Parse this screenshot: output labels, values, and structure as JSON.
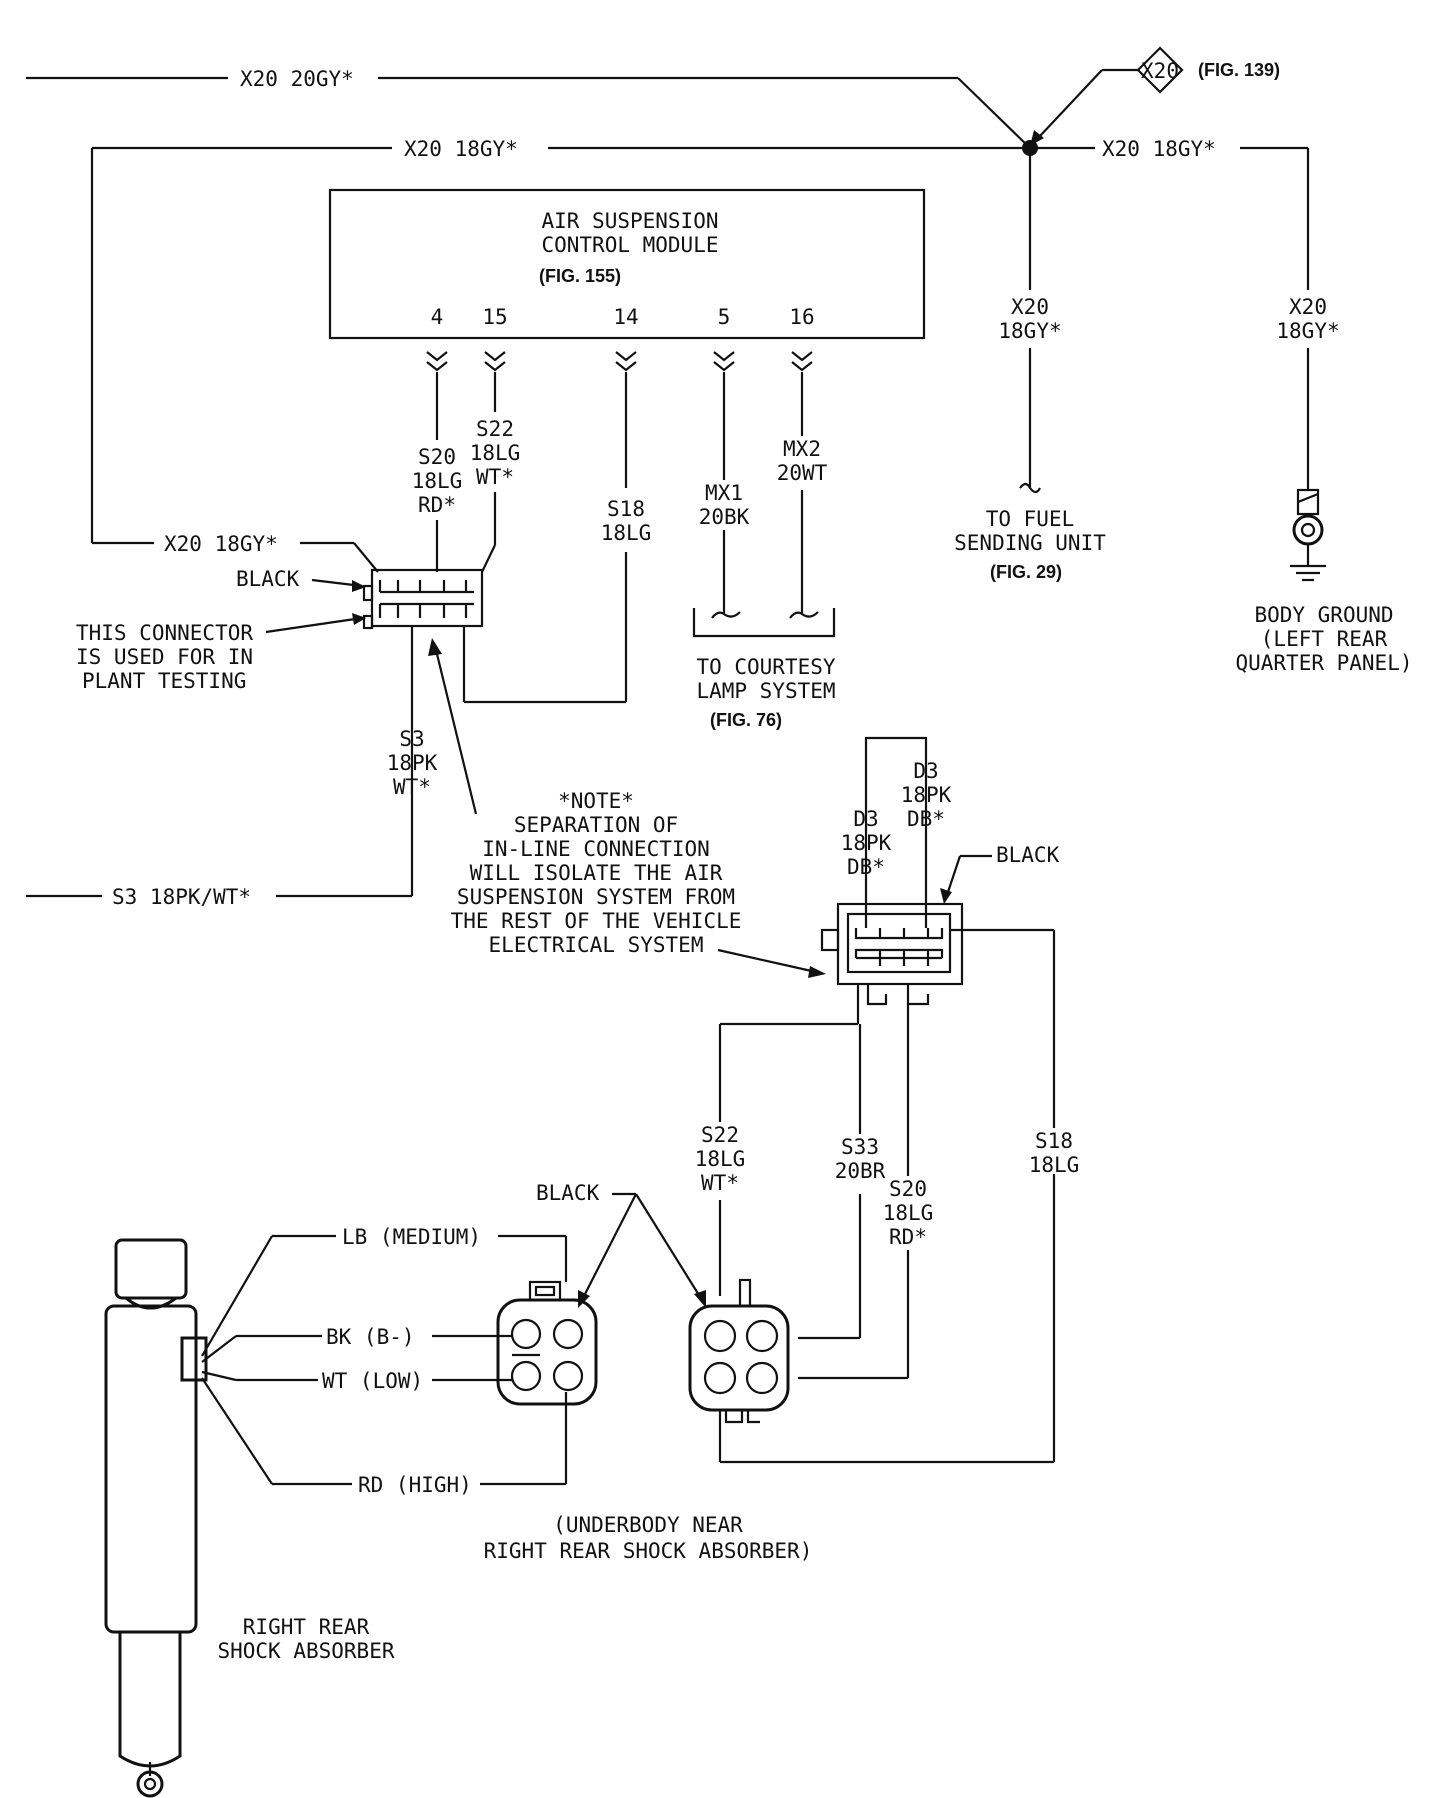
{
  "wires": {
    "x20_20gy": "X20 20GY*",
    "x20_18gy_top": "X20 18GY*",
    "x20_18gy_right": "X20 18GY*",
    "x20_18gy_left": "X20 18GY*",
    "s3_horizontal": "S3 18PK/WT*"
  },
  "splice": {
    "id": "X20",
    "ref": "(FIG. 139)"
  },
  "module": {
    "title_line1": "AIR SUSPENSION",
    "title_line2": "CONTROL MODULE",
    "ref": "(FIG. 155)",
    "pins": [
      "4",
      "15",
      "14",
      "5",
      "16"
    ]
  },
  "module_wires": {
    "s20": [
      "S20",
      "18LG",
      "RD*"
    ],
    "s22": [
      "S22",
      "18LG",
      "WT*"
    ],
    "s18": [
      "S18",
      "18LG"
    ],
    "mx1": [
      "MX1",
      "20BK"
    ],
    "mx2": [
      "MX2",
      "20WT"
    ]
  },
  "fuel": {
    "wire": [
      "X20",
      "18GY*"
    ],
    "dest_line1": "TO FUEL",
    "dest_line2": "SENDING UNIT",
    "ref": "(FIG. 29)"
  },
  "ground": {
    "wire": [
      "X20",
      "18GY*"
    ],
    "line1": "BODY GROUND",
    "line2": "(LEFT REAR",
    "line3": "QUARTER PANEL)"
  },
  "courtesy": {
    "line1": "TO COURTESY",
    "line2": "LAMP SYSTEM",
    "ref": "(FIG. 76)"
  },
  "test_connector": {
    "color": "BLACK",
    "note_line1": "THIS CONNECTOR",
    "note_line2": "IS USED FOR IN",
    "note_line3": "PLANT TESTING",
    "s3_wire": [
      "S3",
      "18PK",
      "WT*"
    ]
  },
  "note": {
    "header": "*NOTE*",
    "line1": "SEPARATION OF",
    "line2": "IN-LINE CONNECTION",
    "line3": "WILL ISOLATE THE AIR",
    "line4": "SUSPENSION SYSTEM FROM",
    "line5": "THE REST OF THE VEHICLE",
    "line6": "ELECTRICAL SYSTEM"
  },
  "inline_connector": {
    "color": "BLACK",
    "d3_left": [
      "D3",
      "18PK",
      "DB*"
    ],
    "d3_right": [
      "D3",
      "18PK",
      "DB*"
    ]
  },
  "lower_wires": {
    "s22": [
      "S22",
      "18LG",
      "WT*"
    ],
    "s33": [
      "S33",
      "20BR"
    ],
    "s20": [
      "S20",
      "18LG",
      "RD*"
    ],
    "s18": [
      "S18",
      "18LG"
    ]
  },
  "shock_connectors": {
    "color": "BLACK",
    "location_line1": "(UNDERBODY NEAR",
    "location_line2": "RIGHT REAR SHOCK ABSORBER)"
  },
  "shock_leads": {
    "lb": "LB (MEDIUM)",
    "bk": "BK (B-)",
    "wt": "WT (LOW)",
    "rd": "RD (HIGH)"
  },
  "shock": {
    "line1": "RIGHT REAR",
    "line2": "SHOCK ABSORBER"
  }
}
